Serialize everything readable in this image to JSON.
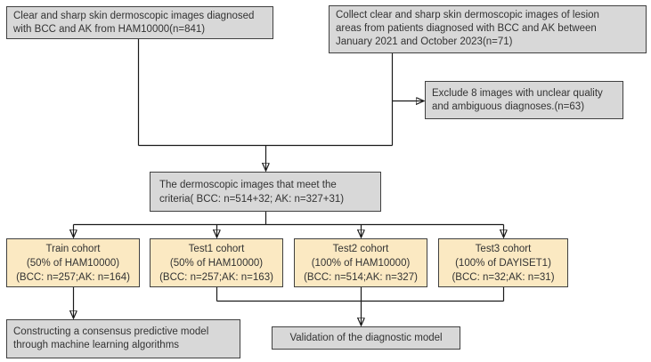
{
  "nodes": {
    "ham_source": {
      "lines": [
        "Clear and sharp skin dermoscopic images diagnosed",
        "with BCC and AK from HAM10000(n=841)"
      ]
    },
    "collect_source": {
      "lines": [
        "Collect clear and sharp skin dermoscopic images of lesion",
        "areas from patients diagnosed with BCC and AK between",
        "January 2021 and October 2023(n=71)"
      ]
    },
    "exclude": {
      "lines": [
        "Exclude 8 images with unclear quality",
        "and ambiguous diagnoses.(n=63)"
      ]
    },
    "criteria": {
      "lines": [
        "The dermoscopic images that meet the",
        "criteria( BCC: n=514+32; AK: n=327+31)"
      ]
    },
    "cohorts": [
      {
        "name": "Train cohort",
        "source": "(50% of HAM10000)",
        "counts": "(BCC: n=257;AK: n=164)"
      },
      {
        "name": "Test1 cohort",
        "source": "(50% of HAM10000)",
        "counts": "(BCC: n=257;AK: n=163)"
      },
      {
        "name": "Test2 cohort",
        "source": "(100% of HAM10000)",
        "counts": "(BCC: n=514;AK: n=327)"
      },
      {
        "name": "Test3 cohort",
        "source": "(100% of DAYISET1)",
        "counts": "(BCC: n=32;AK: n=31)"
      }
    ],
    "construct": {
      "lines": [
        "Constructing a consensus predictive model",
        "through machine learning algorithms"
      ]
    },
    "validation": {
      "lines": [
        "Validation of the diagnostic model"
      ]
    }
  },
  "colors": {
    "background": "#ffffff",
    "box_gray": "#d8d8d8",
    "box_yellow": "#fbe9c2",
    "border": "#404040",
    "line": "#1a1a1a",
    "text": "#333333"
  }
}
